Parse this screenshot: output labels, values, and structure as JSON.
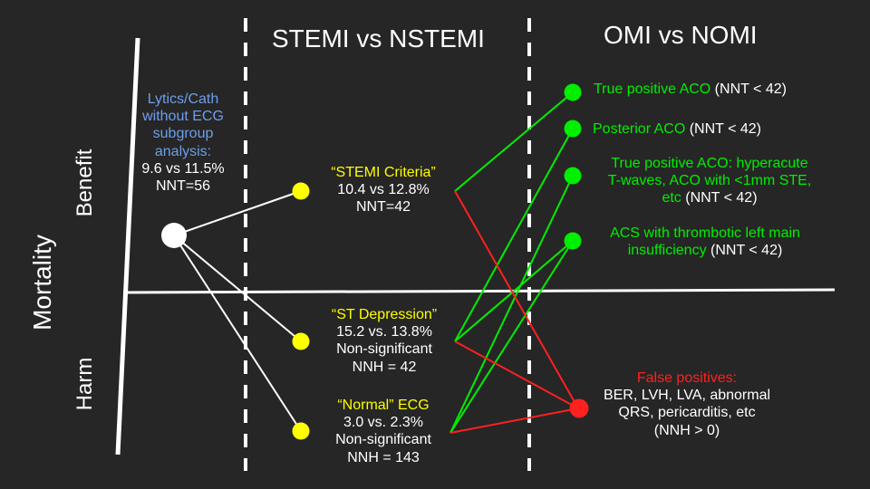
{
  "headers": {
    "left": "STEMI vs NSTEMI",
    "right": "OMI vs NOMI"
  },
  "axis": {
    "title": "Mortality",
    "upper": "Benefit",
    "lower": "Harm"
  },
  "lytics": {
    "title_lines": [
      "Lytics/Cath",
      "without ECG",
      "subgroup",
      "analysis:"
    ],
    "value": "9.6 vs 11.5%",
    "nnt": "NNT=56"
  },
  "stemi": {
    "title": "“STEMI Criteria”",
    "lines": [
      "10.4 vs 12.8%",
      "NNT=42"
    ]
  },
  "st_dep": {
    "title": "“ST Depression”",
    "lines": [
      "15.2 vs. 13.8%",
      "Non-significant",
      "NNH = 42"
    ]
  },
  "normal": {
    "title": "“Normal”",
    "title_rest": " ECG",
    "lines": [
      "3.0 vs. 2.3%",
      "Non-significant",
      "NNH = 143"
    ]
  },
  "omi": {
    "o1": {
      "green": "True positive ACO",
      "white": " (NNT < 42)"
    },
    "o2": {
      "green": "Posterior ACO",
      "white": " (NNT < 42)"
    },
    "o3": {
      "line1": "True positive ACO: hyperacute",
      "line2": "T-waves, ACO with <1mm STE,",
      "line3_green": "etc",
      "line3_white": " (NNT < 42)"
    },
    "o4": {
      "line1": "ACS with thrombotic left main",
      "line2_green": "insufficiency",
      "line2_white": " (NNT < 42)"
    },
    "fp": {
      "title": "False positives:",
      "lines": [
        "BER, LVH, LVA, abnormal",
        "QRS, pericarditis, etc",
        "(NNH > 0)"
      ]
    }
  },
  "colors": {
    "background": "#262626",
    "yellow": "#ffff00",
    "green": "#00ee00",
    "red": "#ff2020",
    "blue": "#6d9eeb",
    "white": "#ffffff"
  }
}
